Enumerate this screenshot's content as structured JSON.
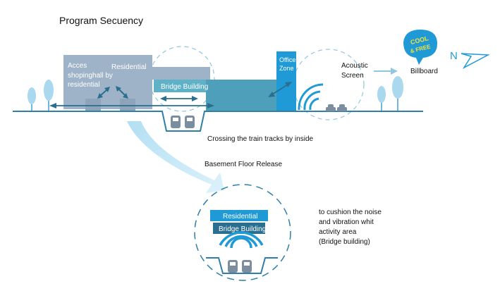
{
  "title": "Program Secuency",
  "labels": {
    "acces": [
      "Acces",
      "shopinghall by",
      "residential"
    ],
    "residential": "Residential",
    "bridge_building": "Bridge Building",
    "office_zone": [
      "Office",
      "Zone"
    ],
    "acoustic_screen": [
      "Acoustic",
      "Screen"
    ],
    "billboard": "Billboard",
    "north": "N",
    "cool_free": [
      "COOL",
      "& FREE"
    ],
    "crossing": "Crossing the train tracks by inside",
    "basement": "Basement Floor Release"
  },
  "detail": {
    "residential": "Residential",
    "bridge_building": "Bridge Building",
    "note": [
      "to cushion the noise",
      "and vibration whit",
      "activity area",
      "(Bridge building)"
    ]
  },
  "colors": {
    "light_block": "#9fb3c8",
    "mid_block": "#7fa6c2",
    "teal": "#4e9fba",
    "office": "#1f9ad6",
    "dark": "#2a6f8f",
    "arrow_light": "#bfe3f2",
    "ground": "#2f7fa6",
    "bubble_yellow": "#f3e23a"
  }
}
